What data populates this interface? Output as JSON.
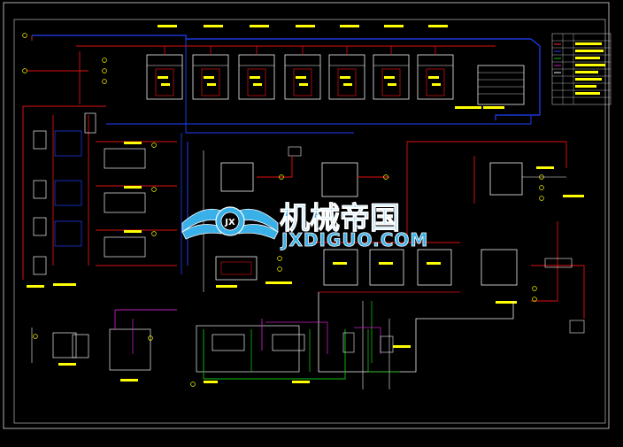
{
  "colors": {
    "background": "#000000",
    "frame": "#e0e0e0",
    "pipe_red": "#e01010",
    "pipe_blue": "#2040ff",
    "pipe_green": "#10c010",
    "pipe_magenta": "#c020c0",
    "pipe_white": "#f0f0f0",
    "label": "#ffff00",
    "watermark_fill": "#3ab0e8",
    "watermark_stroke": "#ffffff"
  },
  "watermark": {
    "brand_cn": "机械帝国",
    "brand_url": "JXDIGUO.COM",
    "logo_letters": "JX"
  },
  "drawing": {
    "title_block_icon": "table-grid-icon",
    "legend_icon": "legend-table-icon"
  }
}
